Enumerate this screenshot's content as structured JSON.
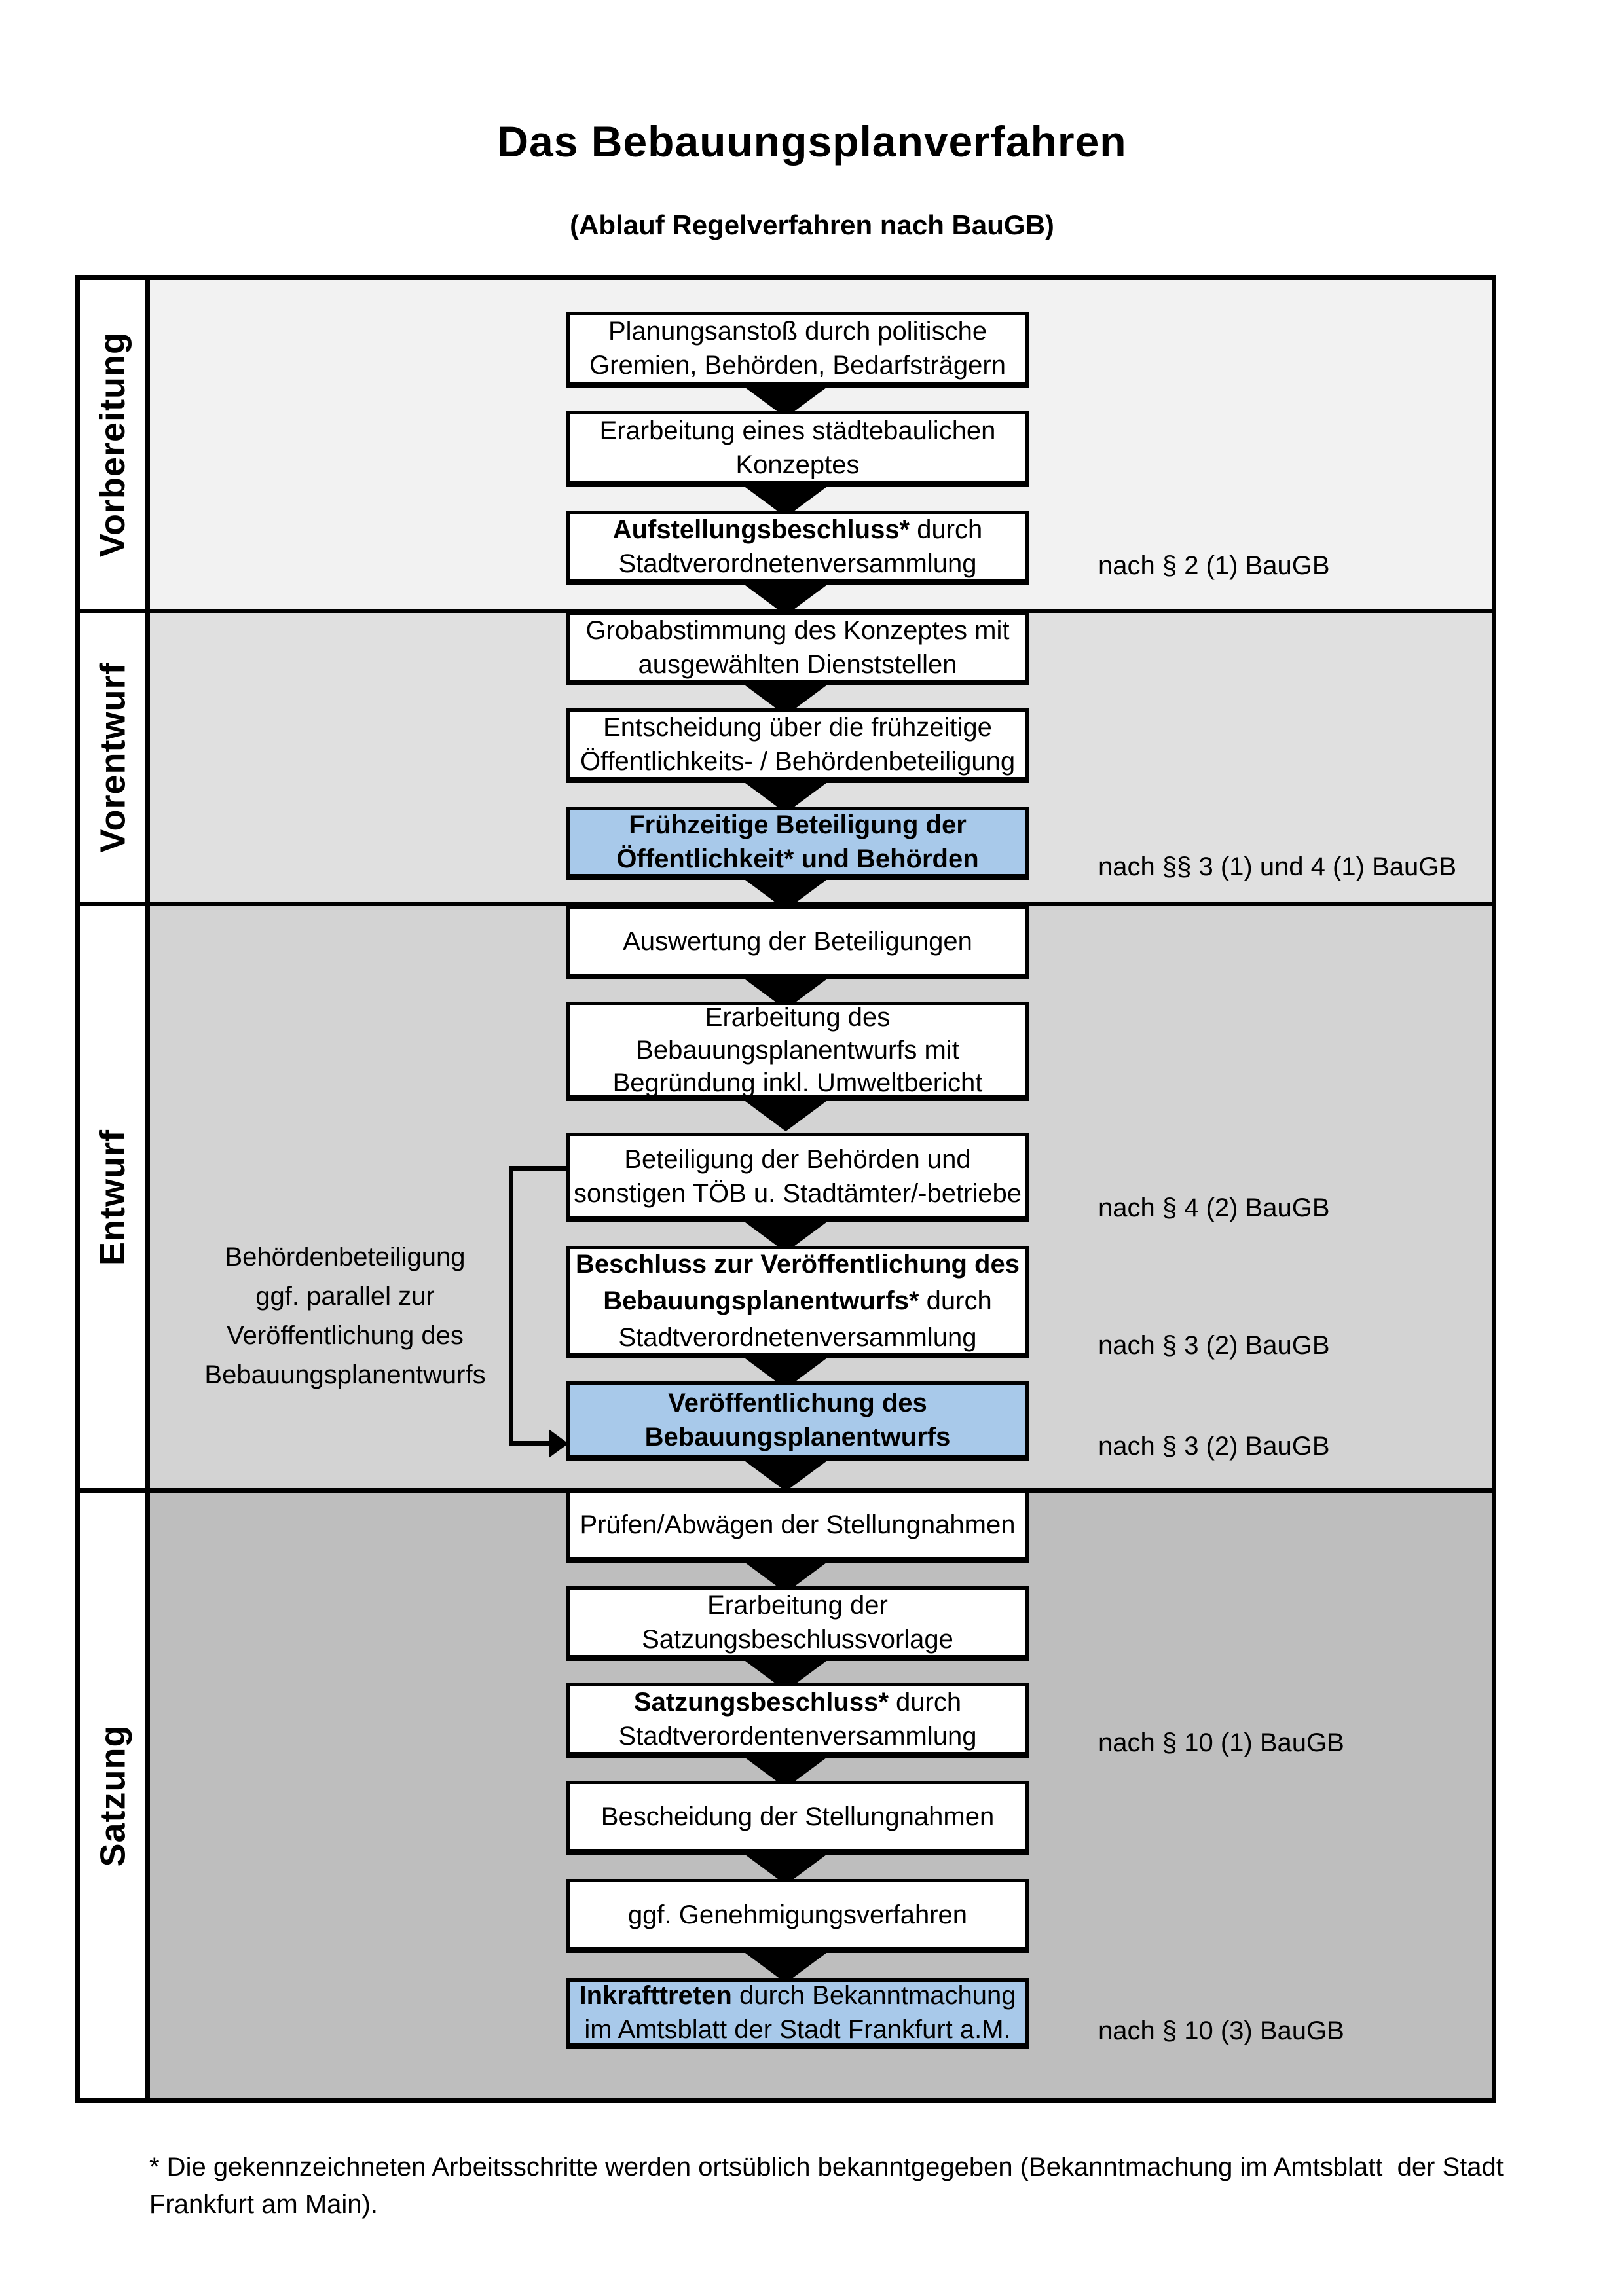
{
  "header": {
    "title": "Das Bebauungsplanverfahren",
    "subtitle": "(Ablauf Regelverfahren nach BauGB)"
  },
  "phases": [
    {
      "label": "Vorbereitung",
      "bg": "#f2f2f2"
    },
    {
      "label": "Vorentwurf",
      "bg": "#e0e0e0"
    },
    {
      "label": "Entwurf",
      "bg": "#d3d3d3"
    },
    {
      "label": "Satzung",
      "bg": "#bebebe"
    }
  ],
  "steps": {
    "planungsanstoss": {
      "l1": "Planungsanstoß durch politische",
      "l2": "Gremien, Behörden, Bedarfsträgern"
    },
    "erarbeitung_konzept": {
      "l1": "Erarbeitung eines städtebaulichen",
      "l2": "Konzeptes"
    },
    "aufstellungsbeschluss": {
      "b1": "Aufstellungsbeschluss*",
      "r1": " durch",
      "l2": "Stadtverordnetenversammlung"
    },
    "grobabstimmung": {
      "l1": "Grobabstimmung des Konzeptes mit",
      "l2": "ausgewählten Dienststellen"
    },
    "entscheidung": {
      "l1": "Entscheidung über die frühzeitige",
      "l2": "Öffentlichkeits- / Behördenbeteiligung"
    },
    "fruehzeitige_beteiligung": {
      "l1": "Frühzeitige Beteiligung der",
      "l2": "Öffentlichkeit* und Behörden"
    },
    "auswertung": {
      "l1": "Auswertung der Beteiligungen"
    },
    "erarbeitung_entwurf": {
      "l1": "Erarbeitung des",
      "l2": "Bebauungsplanentwurfs mit",
      "l3": "Begründung inkl. Umweltbericht"
    },
    "beteiligung_behoerden": {
      "l1": "Beteiligung der Behörden und",
      "l2": "sonstigen TÖB u. Stadtämter/-betriebe"
    },
    "beschluss_veroeffentlichung": {
      "b1": "Beschluss zur Veröffentlichung des",
      "b2": "Bebauungsplanentwurfs*",
      "r2": " durch",
      "l3": "Stadtverordnetenversammlung"
    },
    "veroeffentlichung": {
      "l1": "Veröffentlichung des",
      "l2": "Bebauungsplanentwurfs"
    },
    "pruefen": {
      "l1": "Prüfen/Abwägen der Stellungnahmen"
    },
    "erarbeitung_satzung": {
      "l1": "Erarbeitung der",
      "l2": "Satzungsbeschlussvorlage"
    },
    "satzungsbeschluss": {
      "b1": "Satzungsbeschluss*",
      "r1": " durch",
      "l2": "Stadtverordentenversammlung"
    },
    "bescheidung": {
      "l1": "Bescheidung der Stellungnahmen"
    },
    "genehmigung": {
      "l1": "ggf. Genehmigungsverfahren"
    },
    "inkrafttreten": {
      "b1": "Inkrafttreten",
      "r1": " durch Bekanntmachung",
      "l2": "im Amtsblatt der Stadt Frankfurt a.M."
    }
  },
  "refs": {
    "r1": "nach § 2 (1) BauGB",
    "r2": "nach §§ 3 (1) und 4 (1) BauGB",
    "r3": "nach § 4 (2) BauGB",
    "r4": "nach § 3 (2) BauGB",
    "r5": "nach § 3 (2) BauGB",
    "r6": "nach § 10 (1) BauGB",
    "r7": "nach § 10 (3) BauGB"
  },
  "side_note": {
    "l1": "Behördenbeteiligung",
    "l2": "ggf. parallel zur",
    "l3": "Veröffentlichung des",
    "l4": "Bebauungsplanentwurfs"
  },
  "footnote": {
    "text": "* Die gekennzeichneten Arbeitsschritte werden ortsüblich bekanntgegeben (Bekanntmachung im Amtsblatt  der Stadt Frankfurt am Main)."
  },
  "colors": {
    "highlight_box_bg": "#a8c9ea",
    "box_border": "#000000",
    "frame_border": "#000000"
  }
}
